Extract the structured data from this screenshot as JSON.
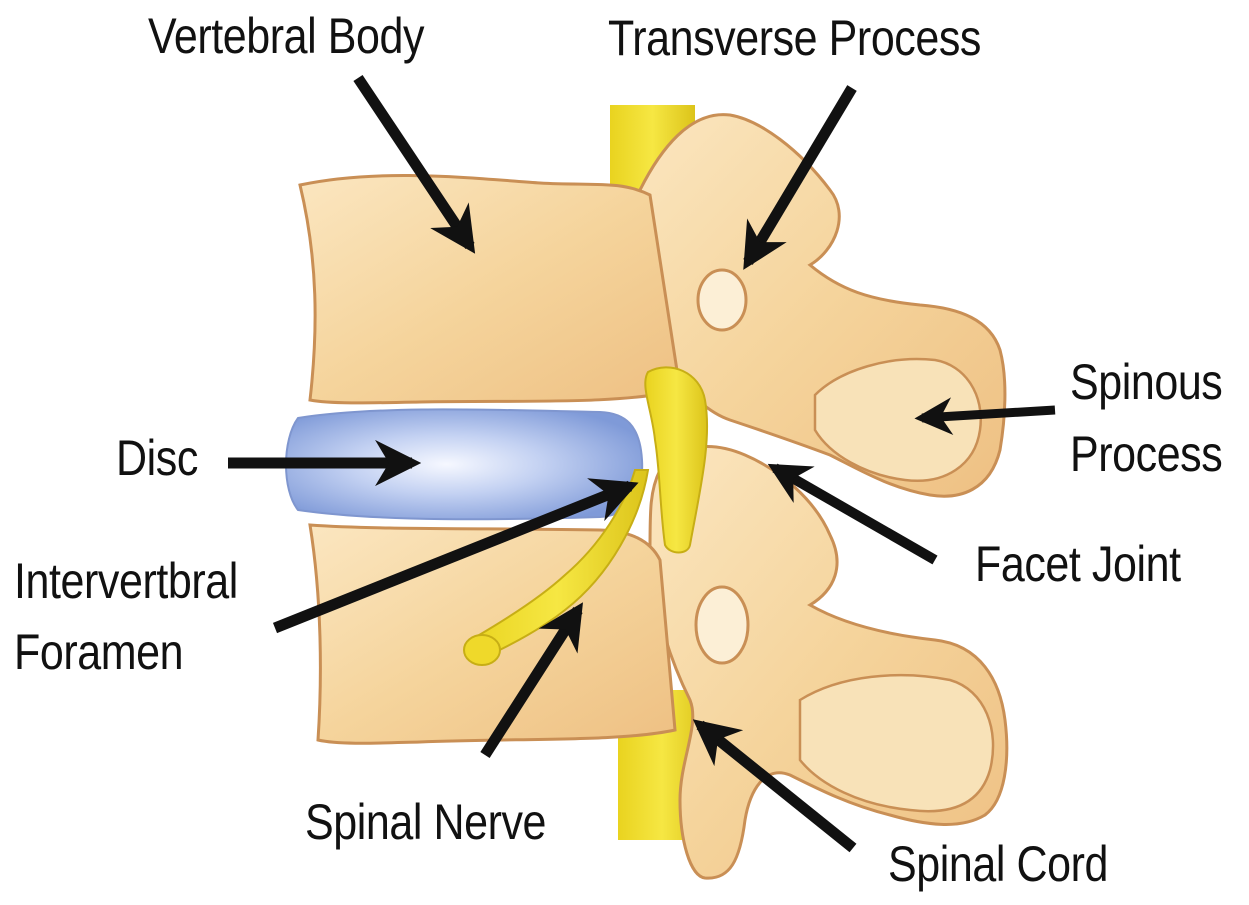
{
  "labels": {
    "vertebral_body": "Vertebral Body",
    "transverse_process": "Transverse Process",
    "spinous_process_line1": "Spinous",
    "spinous_process_line2": "Process",
    "disc": "Disc",
    "facet_joint": "Facet Joint",
    "intervertebral_foramen_line1": "Intervertbral",
    "intervertebral_foramen_line2": "Foramen",
    "spinal_nerve": "Spinal Nerve",
    "spinal_cord": "Spinal Cord"
  },
  "colors": {
    "bone_fill": "#f7d9a4",
    "bone_highlight": "#fcefd6",
    "bone_outline": "#c98f55",
    "disc_fill": "#9fb5e6",
    "disc_highlight": "#f4f7ff",
    "nerve_fill": "#f0dc2c",
    "nerve_shadow": "#d9c21b",
    "arrow": "#111111",
    "text": "#111111"
  }
}
